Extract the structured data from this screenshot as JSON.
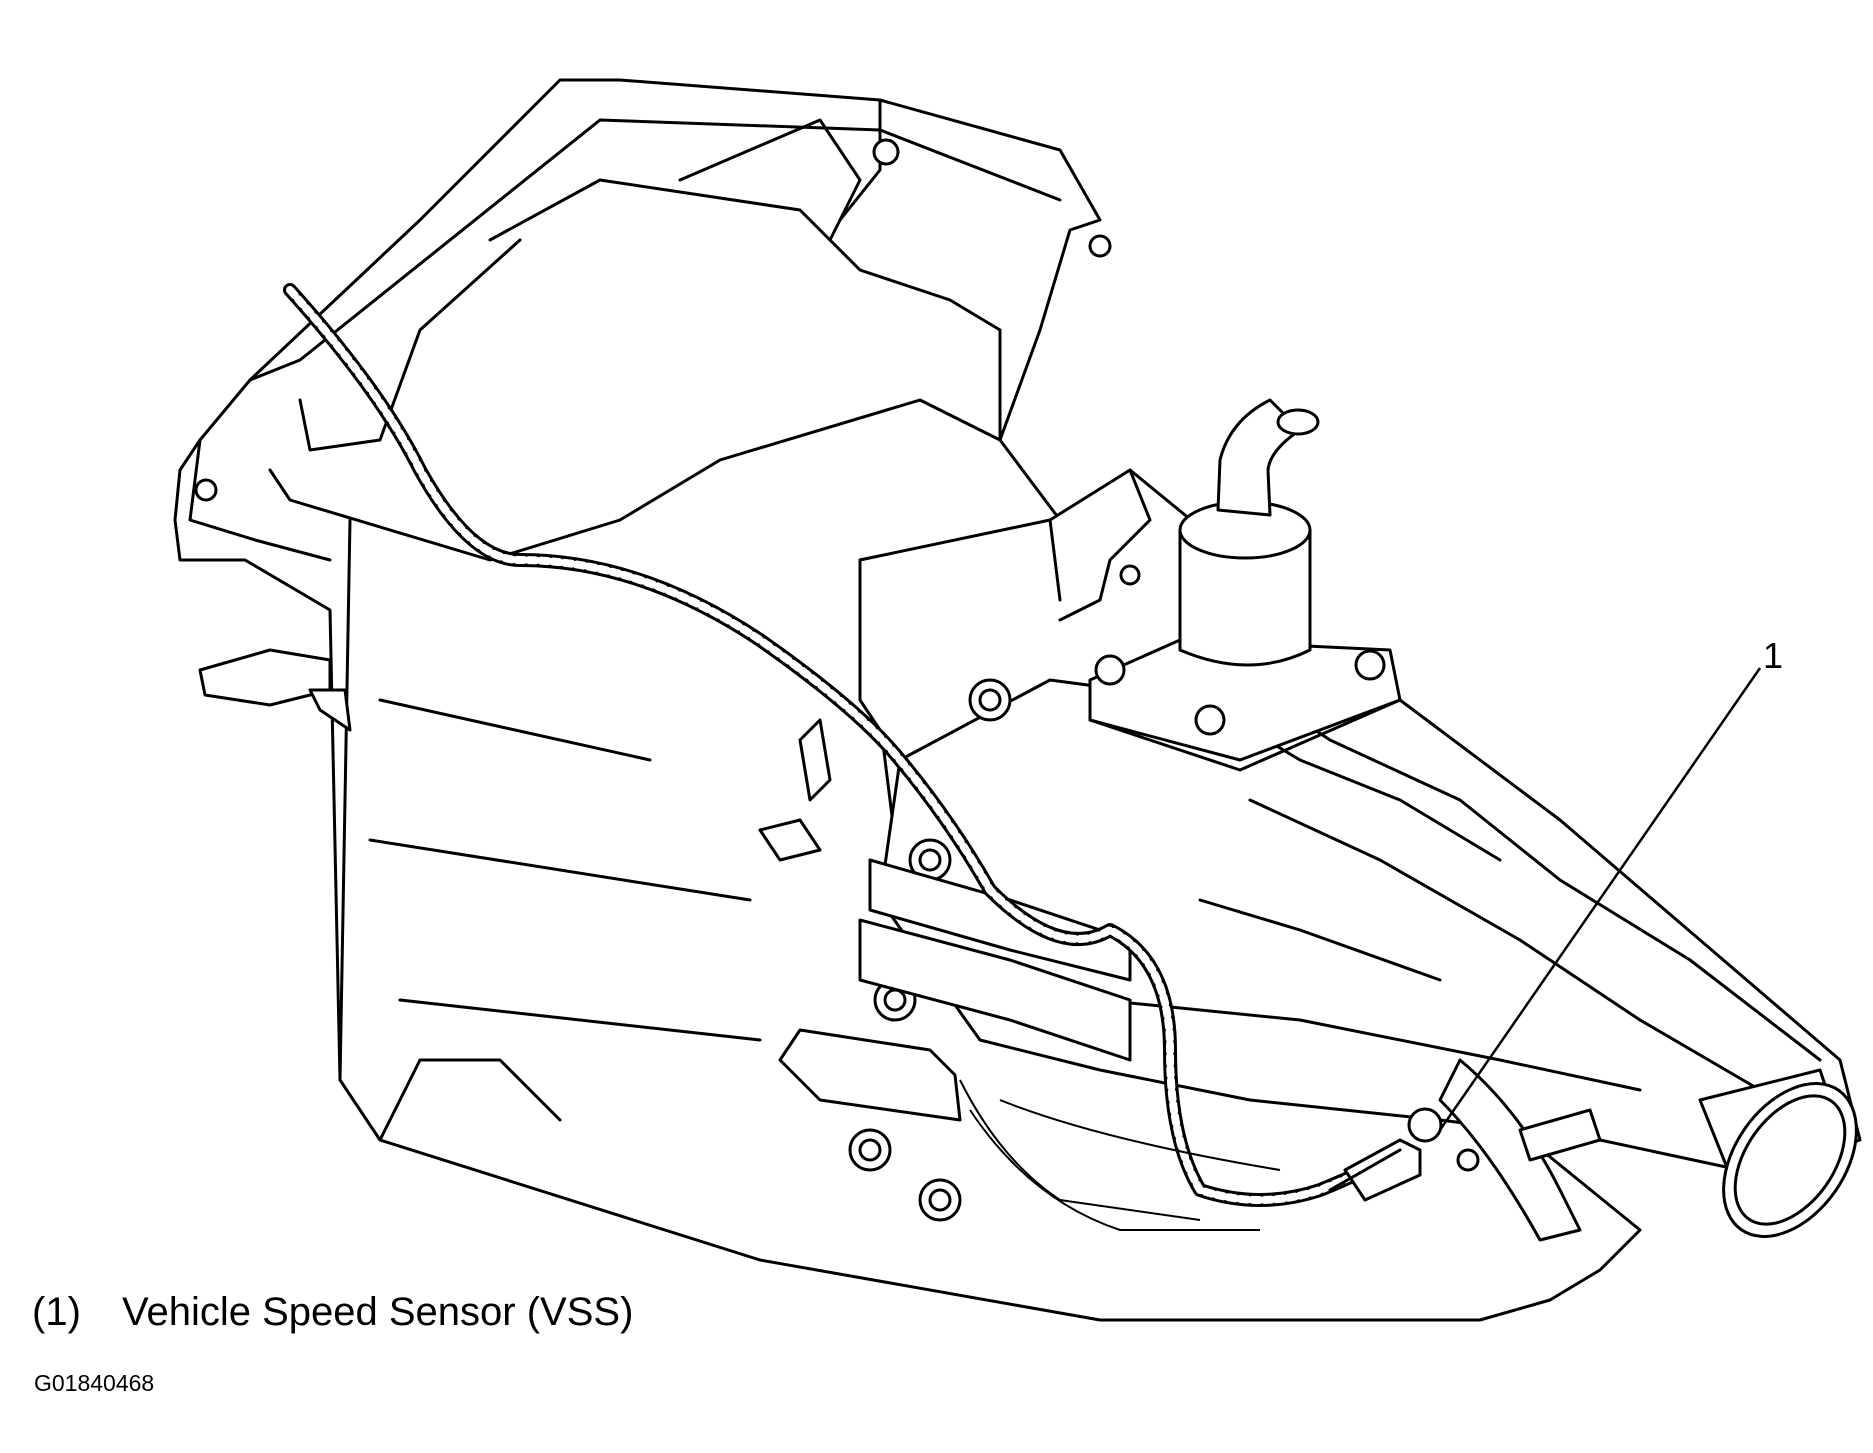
{
  "callout": {
    "number": "1"
  },
  "legend": [
    {
      "number": "(1)",
      "label": "Vehicle Speed Sensor (VSS)"
    }
  ],
  "figure_code": "G01840468"
}
